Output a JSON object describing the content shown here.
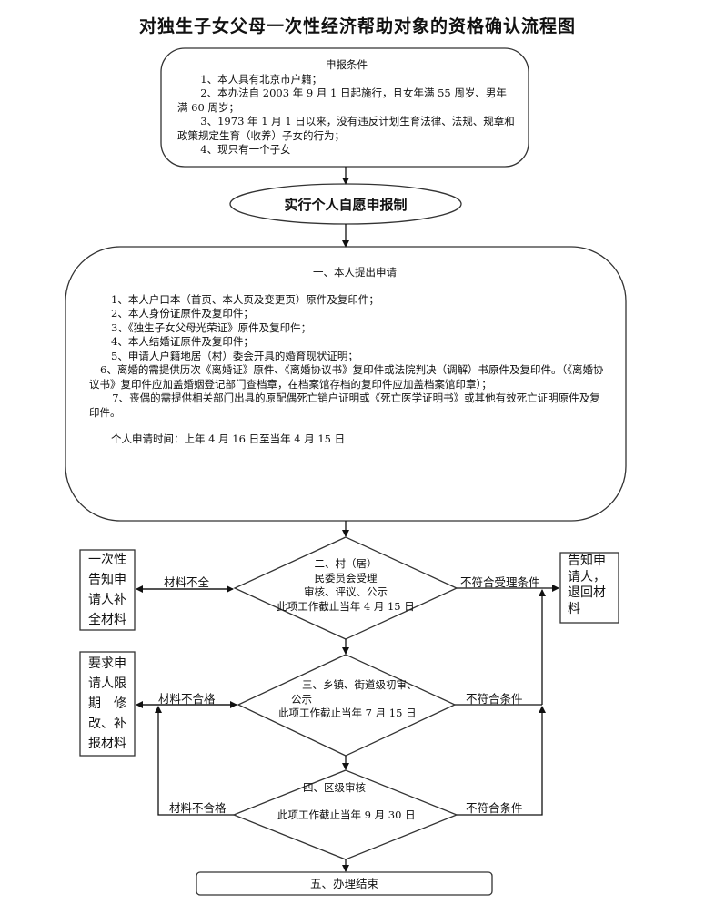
{
  "title": "对独生子女父母一次性经济帮助对象的资格确认流程图",
  "conditions": {
    "heading": "申报条件",
    "items": [
      "1、本人具有北京市户籍；",
      "2、本办法自 2003 年 9 月 1 日起施行，且女年满 55 周岁、男年满 60 周岁；",
      "3、1973 年 1 月 1 日以来，没有违反计划生育法律、法规、规章和政策规定生育（收养）子女的行为；",
      "4、现只有一个子女"
    ]
  },
  "voluntary": "实行个人自愿申报制",
  "step1": {
    "heading": "一、本人提出申请",
    "items": [
      "1、本人户口本（首页、本人页及变更页）原件及复印件；",
      "2、本人身份证原件及复印件；",
      "3、《独生子女父母光荣证》原件及复印件；",
      "4、本人结婚证原件及复印件；",
      "5、申请人户籍地居（村）委会开具的婚育现状证明；",
      "6、离婚的需提供历次《离婚证》原件、《离婚协议书》复印件或法院判决（调解）书原件及复印件。（《离婚协议书》复印件应加盖婚姻登记部门查档章，在档案馆存档的复印件应加盖档案馆印章）；",
      "7、丧偶的需提供相关部门出具的原配偶死亡销户证明或《死亡医学证明书》或其他有效死亡证明原件及复印件。"
    ],
    "time": "个人申请时间：上年 4 月 16 日至当年 4 月 15 日"
  },
  "step2": {
    "lines": [
      "二、村（居）",
      "民委员会受理",
      "审核、评议、公示",
      "此项工作截止当年 4 月 15 日"
    ],
    "left_label": "材料不全",
    "right_label": "不符合受理条件"
  },
  "step3": {
    "lines": [
      "三、乡镇、街道级初审、",
      "公示",
      "此项工作截止当年 7 月 15 日"
    ],
    "left_label": "材料不合格",
    "right_label": "不符合条件"
  },
  "step4": {
    "lines": [
      "四、区级审核",
      "此项工作截止当年 9 月 30 日"
    ],
    "left_label": "材料不合格",
    "right_label": "不符合条件"
  },
  "step5": "五、办理结束",
  "side_boxes": {
    "supplement": [
      "一次性",
      "告知申",
      "请人补",
      "全材料"
    ],
    "correct": [
      "要求申",
      "请人限",
      "期　修",
      "改、补",
      "报材料"
    ],
    "reject": [
      "告知申",
      "请人，",
      "退回材",
      "料"
    ]
  }
}
